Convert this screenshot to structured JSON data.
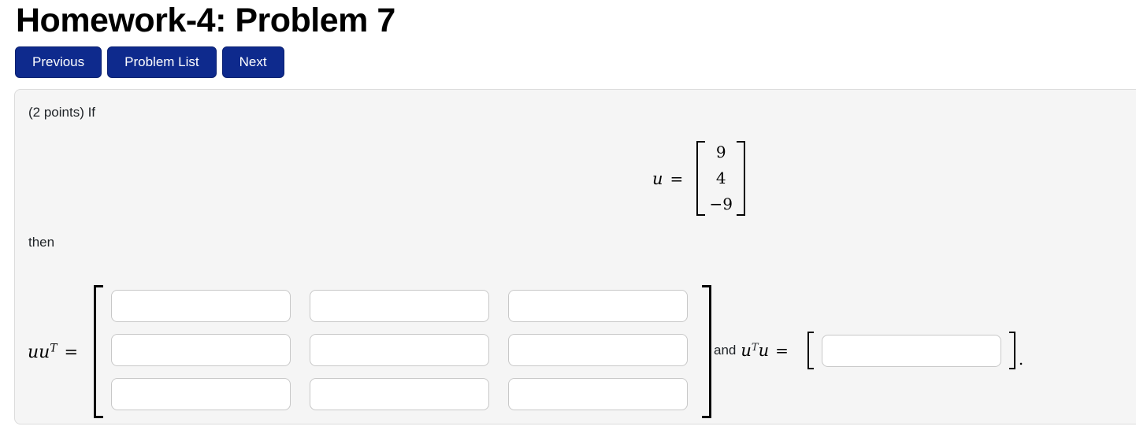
{
  "page": {
    "title": "Homework-4: Problem 7"
  },
  "nav": {
    "previous": "Previous",
    "problem_list": "Problem List",
    "next": "Next"
  },
  "problem": {
    "intro": "(2 points) If",
    "then": "then",
    "and": "and",
    "period": ".",
    "u_def": {
      "symbol": "u",
      "equals": "=",
      "values": [
        "9",
        "4",
        "−9"
      ]
    },
    "uuT": {
      "base": "uu",
      "sup": "T",
      "equals": "=",
      "inputs": {
        "r1c1": "",
        "r1c2": "",
        "r1c3": "",
        "r2c1": "",
        "r2c2": "",
        "r2c3": "",
        "r3c1": "",
        "r3c2": "",
        "r3c3": ""
      }
    },
    "uTu": {
      "u1": "u",
      "sup": "T",
      "u2": "u",
      "equals": "=",
      "input": ""
    }
  },
  "colors": {
    "button_bg": "#0e2a8d",
    "button_text": "#ffffff",
    "panel_bg": "#f5f5f5",
    "panel_border": "#dcdcdc",
    "input_border": "#c8c8c8",
    "bracket": "#000000",
    "text": "#212529",
    "title": "#000000"
  }
}
